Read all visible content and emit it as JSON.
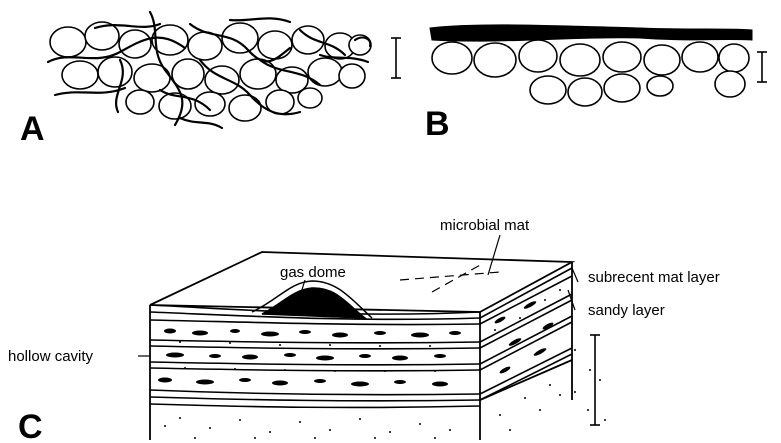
{
  "panels": [
    {
      "letter": "A"
    },
    {
      "letter": "B"
    },
    {
      "letter": "C"
    }
  ],
  "labels": {
    "microbial_mat": "microbial mat",
    "gas_dome": "gas dome",
    "subrecent_mat_layer": "subrecent mat layer",
    "sandy_layer": "sandy layer",
    "hollow_cavity": "hollow cavity"
  },
  "colors": {
    "ink": "#000000",
    "background": "#ffffff"
  }
}
